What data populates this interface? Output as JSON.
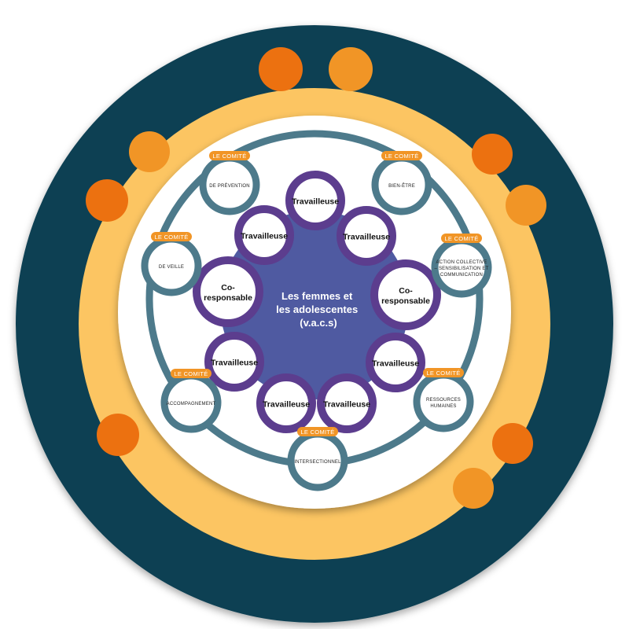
{
  "colors": {
    "outer_ring": "#0d3f52",
    "yellow_ring": "#fcc562",
    "orange_dark": "#ec7110",
    "orange_light": "#f19526",
    "comite_ring": "#4d7a8b",
    "inner_ring_purple": "#5c3d8e",
    "core": "#4f5aa1",
    "white": "#ffffff"
  },
  "core": {
    "lines": [
      "Les femmes et",
      "les adolescentes",
      "(v.a.c.s)"
    ]
  },
  "nodes": [
    {
      "label": "Travailleuse"
    },
    {
      "label": "Travailleuse"
    },
    {
      "label": "Co-|responsable"
    },
    {
      "label": "Travailleuse"
    },
    {
      "label": "Travailleuse"
    },
    {
      "label": "Travailleuse"
    },
    {
      "label": "Travailleuse"
    },
    {
      "label": "Co-|responsable"
    },
    {
      "label": "Travailleuse"
    }
  ],
  "comite_tag": "LE COMITÉ",
  "comites": [
    {
      "name": "BIEN-ÊTRE"
    },
    {
      "name": "ACTION COLLECTIVE|– SENSIBILISATION ET|COMMUNICATION"
    },
    {
      "name": "RESSOURCES|HUMAINES"
    },
    {
      "name": "INTERSECTIONNEL"
    },
    {
      "name": "ACCOMPAGNEMENT"
    },
    {
      "name": "DE VEILLE"
    },
    {
      "name": "DE PRÉVENTION"
    }
  ]
}
